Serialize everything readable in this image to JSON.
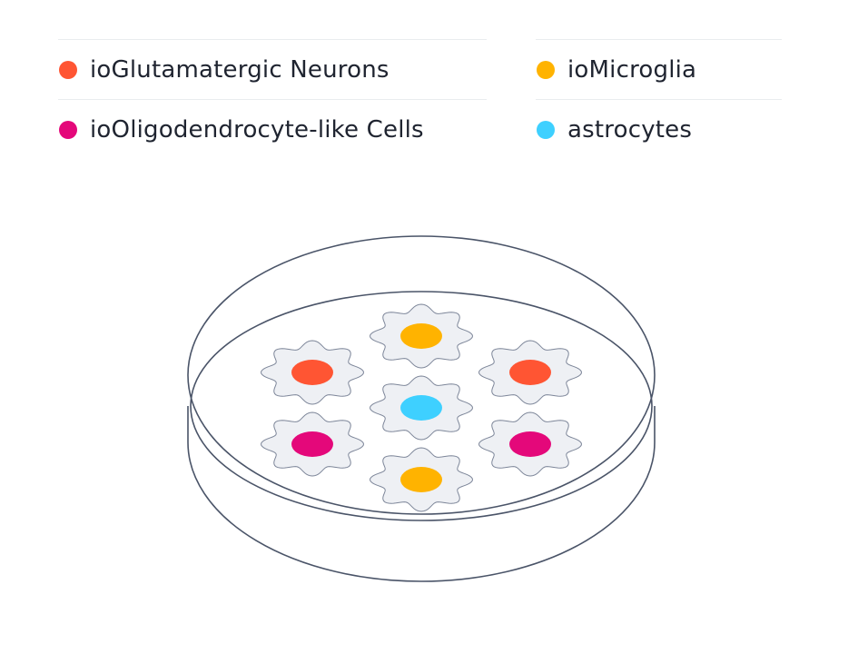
{
  "legend": {
    "left": [
      {
        "label": "ioGlutamatergic Neurons",
        "color": "#ff5533",
        "icon": "dot-icon"
      },
      {
        "label": "ioOligodendrocyte-like Cells",
        "color": "#e4087a",
        "icon": "dot-icon"
      }
    ],
    "right": [
      {
        "label": "ioMicroglia",
        "color": "#ffb300",
        "icon": "dot-icon"
      },
      {
        "label": "astrocytes",
        "color": "#3ed0ff",
        "icon": "dot-icon"
      }
    ]
  },
  "colors": {
    "dish_stroke": "#4a5468",
    "cell_fill": "#eef0f4",
    "cell_stroke": "#7d8699",
    "neuron": "#ff5533",
    "oligodendrocyte": "#e4087a",
    "microglia": "#ffb300",
    "astrocyte": "#3ed0ff"
  },
  "cells": [
    {
      "type": "microglia"
    },
    {
      "type": "neuron"
    },
    {
      "type": "neuron"
    },
    {
      "type": "astrocyte"
    },
    {
      "type": "oligodendrocyte"
    },
    {
      "type": "oligodendrocyte"
    },
    {
      "type": "microglia"
    }
  ]
}
